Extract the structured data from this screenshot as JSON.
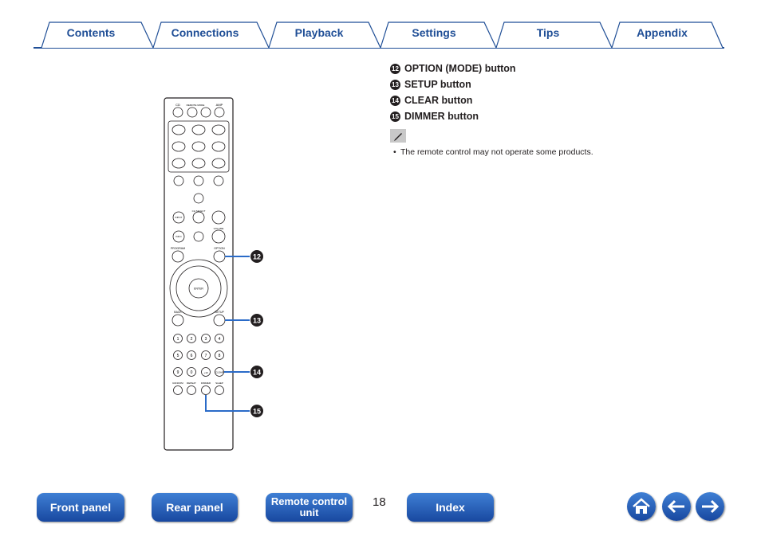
{
  "tabs": [
    "Contents",
    "Connections",
    "Playback",
    "Settings",
    "Tips",
    "Appendix"
  ],
  "items": [
    {
      "num": "12",
      "label": "OPTION (MODE) button"
    },
    {
      "num": "13",
      "label": "SETUP button"
    },
    {
      "num": "14",
      "label": "CLEAR button"
    },
    {
      "num": "15",
      "label": "DIMMER button"
    }
  ],
  "note": "The remote control may not operate some products.",
  "bottom_nav": {
    "front_panel": "Front panel",
    "rear_panel": "Rear panel",
    "remote_control": "Remote control unit",
    "index": "Index"
  },
  "page_number": "18",
  "colors": {
    "tab_text": "#1f4e96",
    "button_blue": "#2a62bf",
    "callout_blue": "#2a6bc8"
  },
  "icons": [
    "home-icon",
    "back-arrow-icon",
    "forward-arrow-icon",
    "pencil-note-icon"
  ],
  "remote": {
    "top_labels": [
      "CD",
      "REMOTE MODE",
      "AMP"
    ],
    "buttons": {
      "program": "PROGRAM",
      "option": "OPTION",
      "enter": "ENTER",
      "back": "BACK",
      "setup": "SETUP",
      "random": "RANDOM",
      "repeat": "REPEAT",
      "dimmer": "DIMMER",
      "sleep": "SLEEP",
      "clear": "CLEAR",
      "input": "INPUT",
      "info": "INFO",
      "ch_select": "CH SELECT",
      "volume": "VOLUME"
    },
    "number_keys": [
      "1",
      "2",
      "3",
      "4",
      "5",
      "6",
      "7",
      "8",
      "9",
      "0",
      "+10"
    ],
    "callouts": [
      "12",
      "13",
      "14",
      "15"
    ]
  }
}
